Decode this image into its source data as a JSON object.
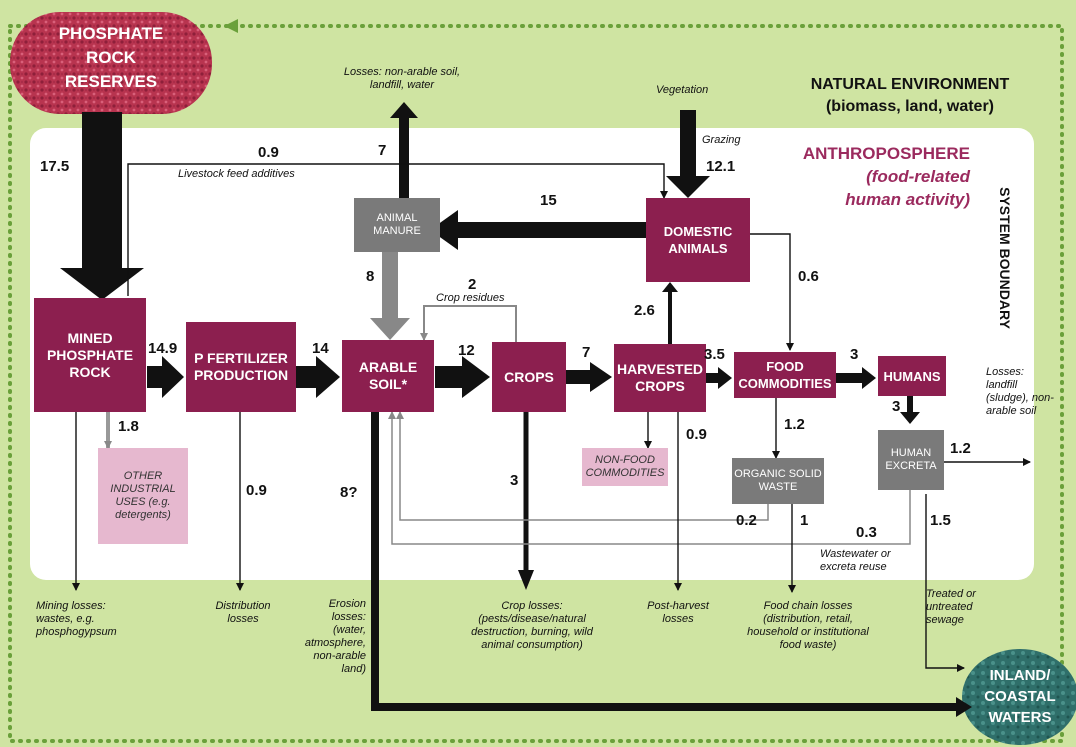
{
  "title_environment": "NATURAL ENVIRONMENT",
  "title_environment_sub": "(biomass, land, water)",
  "title_anthroposphere": "ANTHROPOSPHERE",
  "title_anthroposphere_sub1": "(food-related",
  "title_anthroposphere_sub2": "human activity)",
  "system_boundary": "SYSTEM BOUNDARY",
  "reserves": {
    "line1": "PHOSPHATE",
    "line2": "ROCK",
    "line3": "RESERVES"
  },
  "waters": {
    "line1": "INLAND/",
    "line2": "COASTAL",
    "line3": "WATERS"
  },
  "boxes": {
    "mined": "MINED PHOSPHATE ROCK",
    "fert": "P FERTILIZER PRODUCTION",
    "soil": "ARABLE SOIL*",
    "crops": "CROPS",
    "harvested": "HARVESTED CROPS",
    "food": "FOOD COMMODITIES",
    "humans": "HUMANS",
    "domestic": "DOMESTIC ANIMALS",
    "manure": "ANIMAL MANURE",
    "organic": "ORGANIC SOLID WASTE",
    "excreta": "HUMAN EXCRETA",
    "other_ind": "OTHER INDUSTRIAL USES (e.g. detergents)",
    "nonfood": "NON-FOOD COMMODITIES"
  },
  "flows": {
    "f175": "17.5",
    "f149": "14.9",
    "f14": "14",
    "f12": "12",
    "f7a": "7",
    "f35": "3.5",
    "f3a": "3",
    "f09top": "0.9",
    "f7top": "7",
    "f121": "12.1",
    "f15": "15",
    "f8": "8",
    "f2": "2",
    "f26": "2.6",
    "f06": "0.6",
    "f18": "1.8",
    "f09fert": "0.9",
    "f8q": "8?",
    "f3crops": "3",
    "f09harv": "0.9",
    "f12org": "1.2",
    "f1": "1",
    "f02": "0.2",
    "f03": "0.3",
    "f15exc": "1.5",
    "f12exc": "1.2",
    "f3hum": "3"
  },
  "labels": {
    "losses_top": "Losses: non-arable soil, landfill, water",
    "vegetation": "Vegetation",
    "grazing": "Grazing",
    "livestock": "Livestock feed additives",
    "crop_residues": "Crop residues",
    "losses_right": "Losses: landfill (sludge), non-arable soil",
    "wastewater": "Wastewater or excreta reuse",
    "mining_losses": "Mining losses: wastes, e.g. phosphogypsum",
    "distribution": "Distribution losses",
    "erosion": "Erosion losses: (water, atmosphere, non-arable land)",
    "crop_losses": "Crop losses: (pests/disease/natural destruction, burning, wild animal consumption)",
    "postharvest": "Post-harvest losses",
    "foodchain": "Food chain losses (distribution, retail, household or institutional food waste)",
    "treated": "Treated or untreated sewage"
  },
  "colors": {
    "env": "#cfe4a2",
    "anthro": "#ffffff",
    "box": "#8c1f4f",
    "grey": "#7a7a7a",
    "pink": "#e6b8cf",
    "title": "#9b2a5e"
  }
}
